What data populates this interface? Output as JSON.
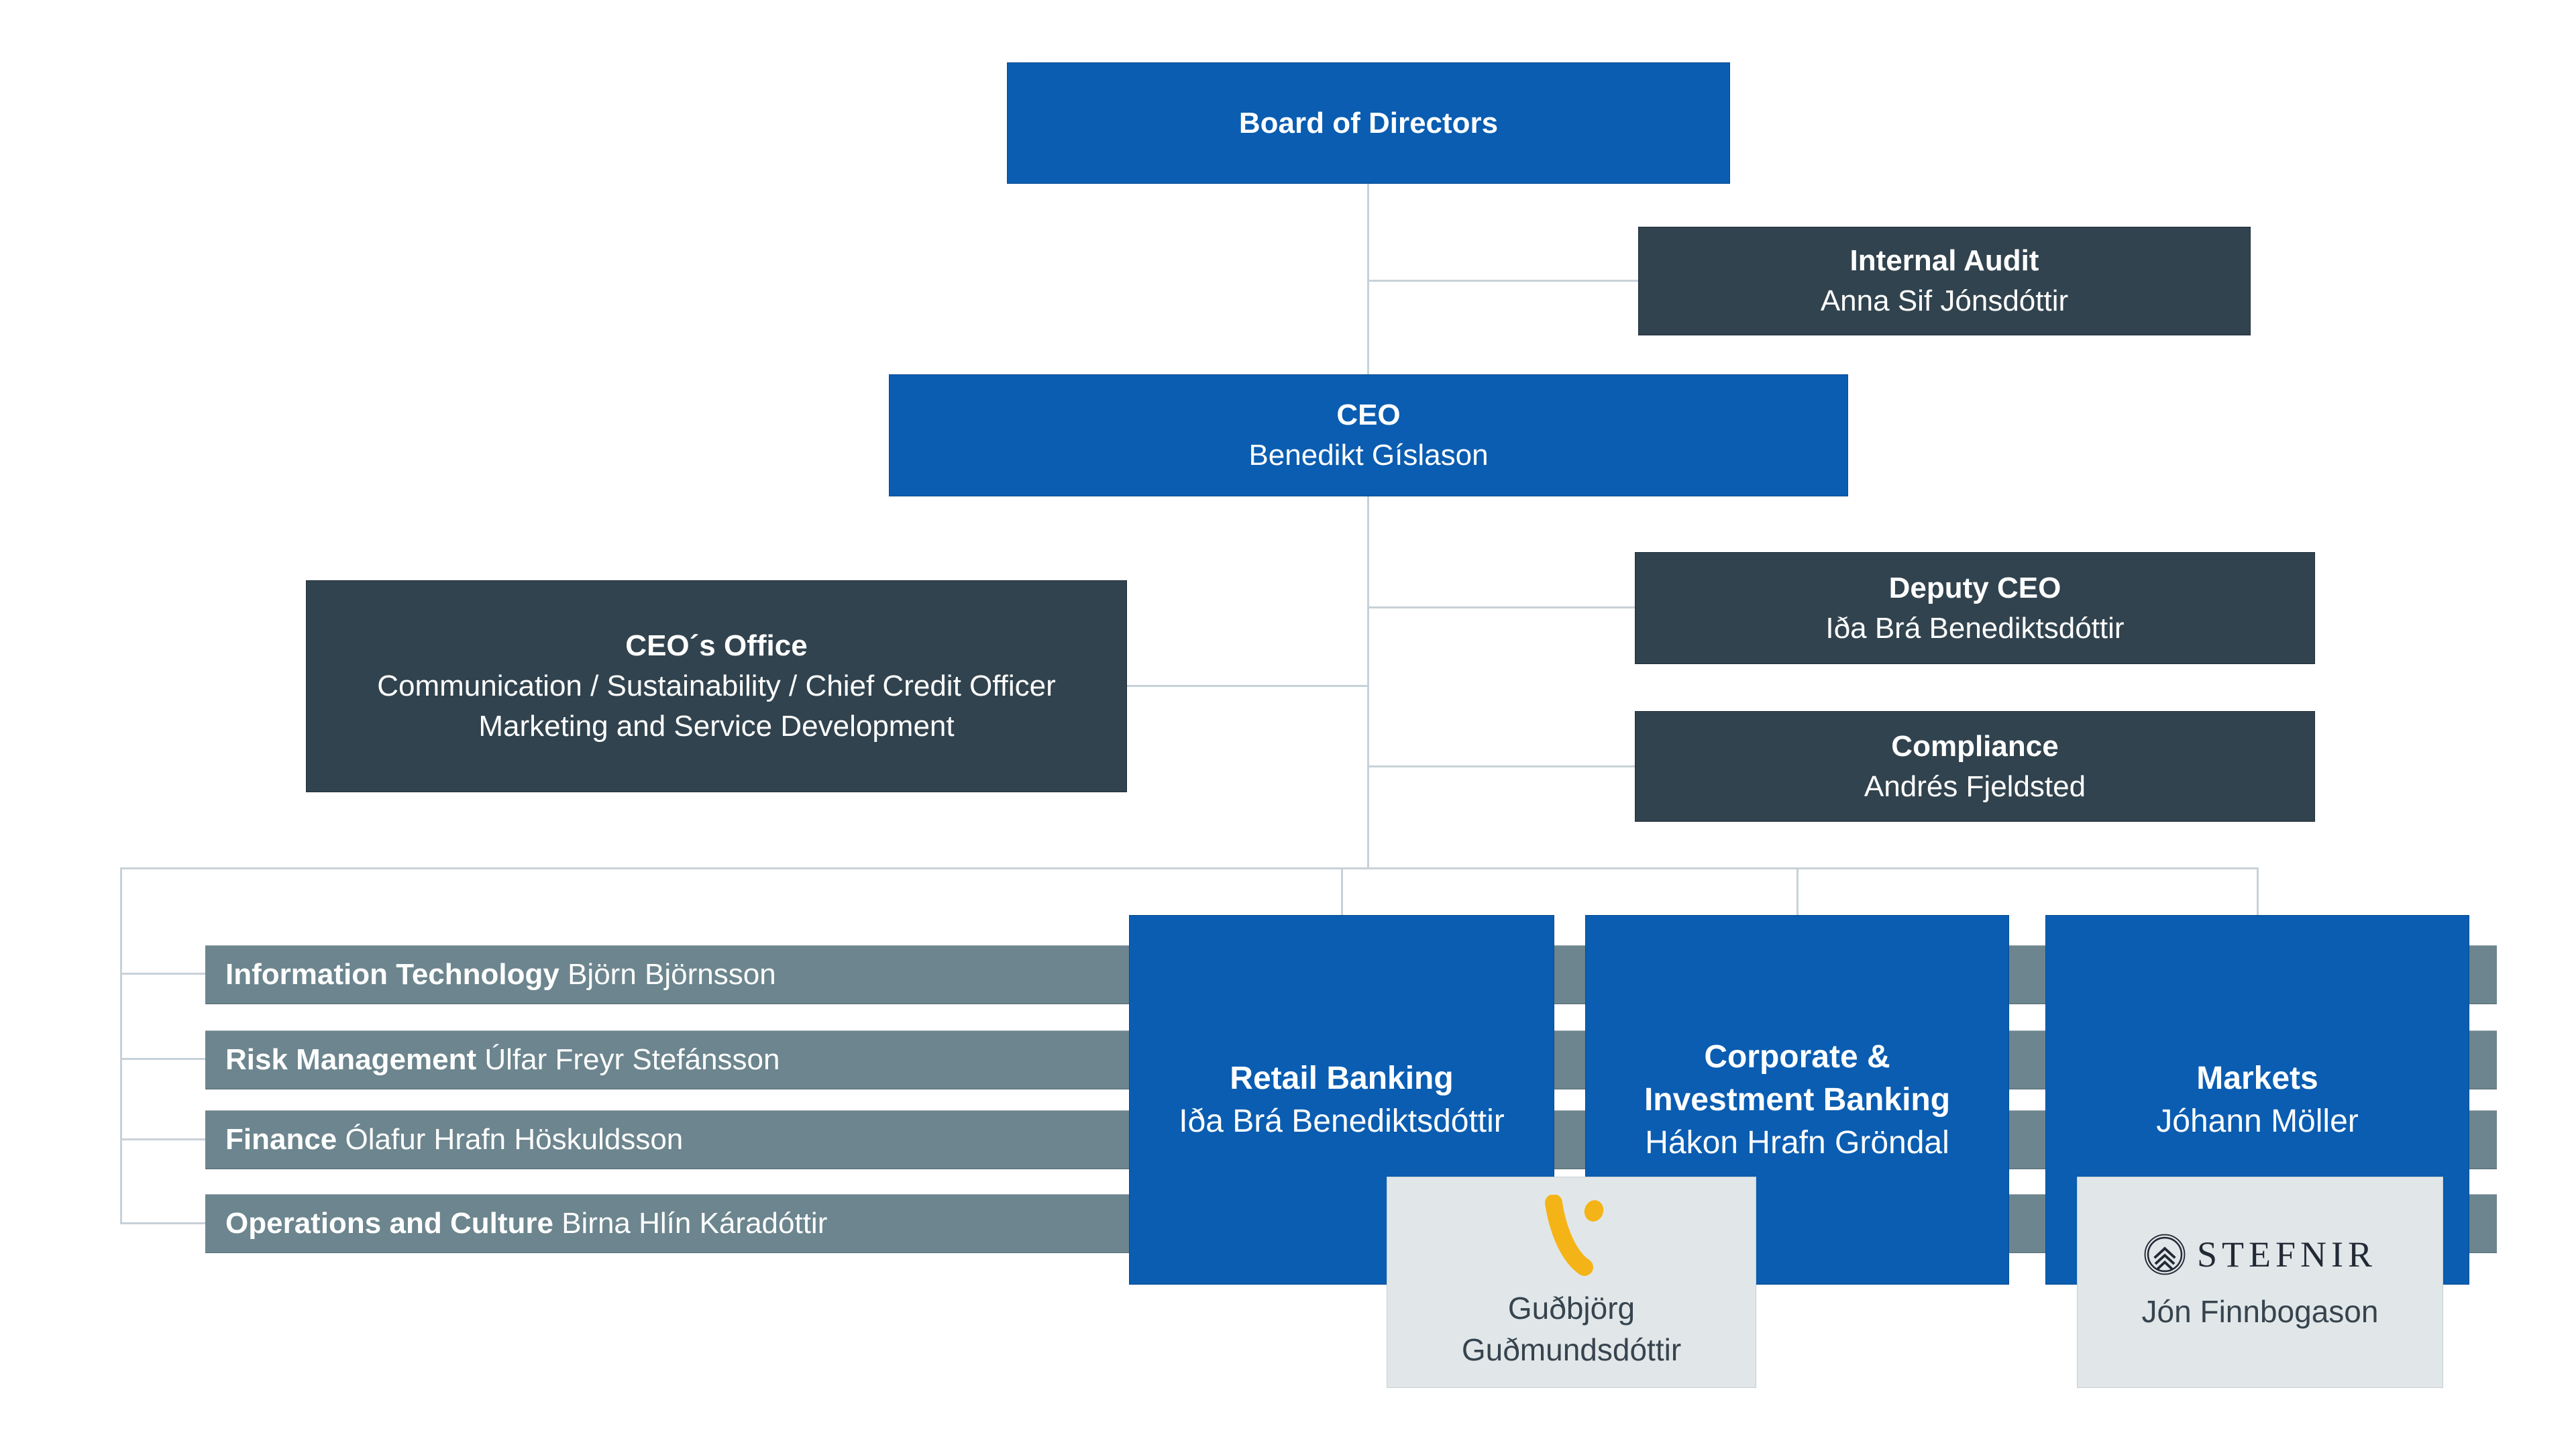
{
  "colors": {
    "primary_blue": "#0a5db1",
    "dark_slate": "#31434e",
    "bar_gray": "#6c858e",
    "panel_gray": "#e1e7e9",
    "connector_gray": "#c7d1d8",
    "vordur_yellow": "#f4b417",
    "stefnir_ink": "#222a36"
  },
  "board": {
    "title": "Board of Directors"
  },
  "internal_audit": {
    "title": "Internal Audit",
    "name": "Anna Sif Jónsdóttir"
  },
  "ceo": {
    "title": "CEO",
    "name": "Benedikt Gíslason"
  },
  "ceo_office": {
    "title": "CEO´s Office",
    "line1": "Communication / Sustainability / Chief Credit Officer",
    "line2": "Marketing and Service Development"
  },
  "deputy_ceo": {
    "title": "Deputy CEO",
    "name": "Iða Brá Benediktsdóttir"
  },
  "compliance": {
    "title": "Compliance",
    "name": "Andrés Fjeldsted"
  },
  "divisions": [
    {
      "title": "Information Technology",
      "name": "Björn Björnsson"
    },
    {
      "title": "Risk Management",
      "name": "Úlfar Freyr Stefánsson"
    },
    {
      "title": "Finance",
      "name": "Ólafur Hrafn Höskuldsson"
    },
    {
      "title": "Operations and Culture",
      "name": "Birna Hlín Káradóttir"
    }
  ],
  "business_units": [
    {
      "title": "Retail Banking",
      "name": "Iða Brá Benediktsdóttir"
    },
    {
      "title_line1": "Corporate &",
      "title_line2": "Investment Banking",
      "name": "Hákon Hrafn Gröndal"
    },
    {
      "title": "Markets",
      "name": "Jóhann Möller"
    }
  ],
  "subsidiaries": [
    {
      "name_line1": "Guðbjörg",
      "name_line2": "Guðmundsdóttir",
      "logo": "vordur-icon"
    },
    {
      "brand": "STEFNIR",
      "name": "Jón Finnbogason",
      "logo": "stefnir-icon"
    }
  ]
}
